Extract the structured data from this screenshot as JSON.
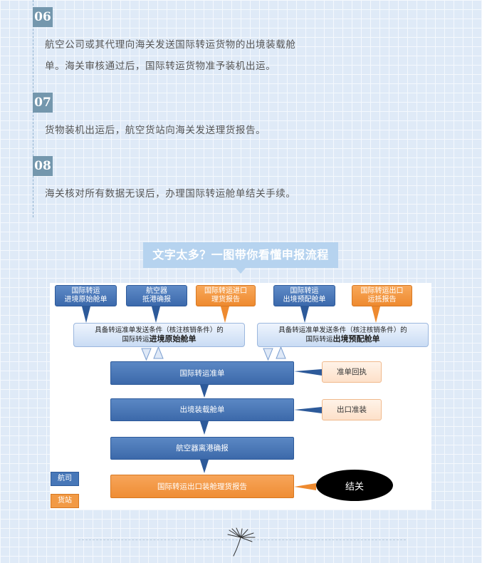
{
  "steps": [
    {
      "num": "06",
      "lines": [
        "航空公司或其代理向海关发送国际转运货物的出境装载舱",
        "单。海关审核通过后，国际转运货物准予装机出运。"
      ]
    },
    {
      "num": "07",
      "lines": [
        "货物装机出运后，航空货站向海关发送理货报告。"
      ]
    },
    {
      "num": "08",
      "lines": [
        "海关核对所有数据无误后，办理国际转运舱单结关手续。"
      ]
    }
  ],
  "banner": {
    "title": "文字太多？一图带你看懂申报流程"
  },
  "diagram": {
    "top_nodes": [
      {
        "line1": "国际转运",
        "line2": "进境原始舱单",
        "type": "blue"
      },
      {
        "line1": "航空器",
        "line2": "抵港确报",
        "type": "blue"
      },
      {
        "line1": "国际转运进口",
        "line2": "理货报告",
        "type": "orange"
      },
      {
        "line1": "国际转运",
        "line2": "出境预配舱单",
        "type": "blue"
      },
      {
        "line1": "国际转运出口",
        "line2": "运抵报告",
        "type": "orange"
      }
    ],
    "condition_left": {
      "line1": "具备转运准单发送条件（核注核销条件）的",
      "prefix": "国际转运",
      "bold": "进境原始舱单"
    },
    "condition_right": {
      "line1": "具备转运准单发送条件（核注核销条件）的",
      "prefix": "国际转运",
      "bold": "出境预配舱单"
    },
    "main_steps": [
      "国际转运准单",
      "出境装载舱单",
      "航空器离港确报",
      "国际转运出口装舱理货报告"
    ],
    "side_notes": [
      "准单回执",
      "出口准装"
    ],
    "legend": {
      "airline": "航司",
      "cargo_station": "货站"
    },
    "end": "结关",
    "colors": {
      "airline": "#3b69ac",
      "cargo_station": "#ee8a2f",
      "condition": "#c9dcf4",
      "end": "#000000"
    }
  }
}
